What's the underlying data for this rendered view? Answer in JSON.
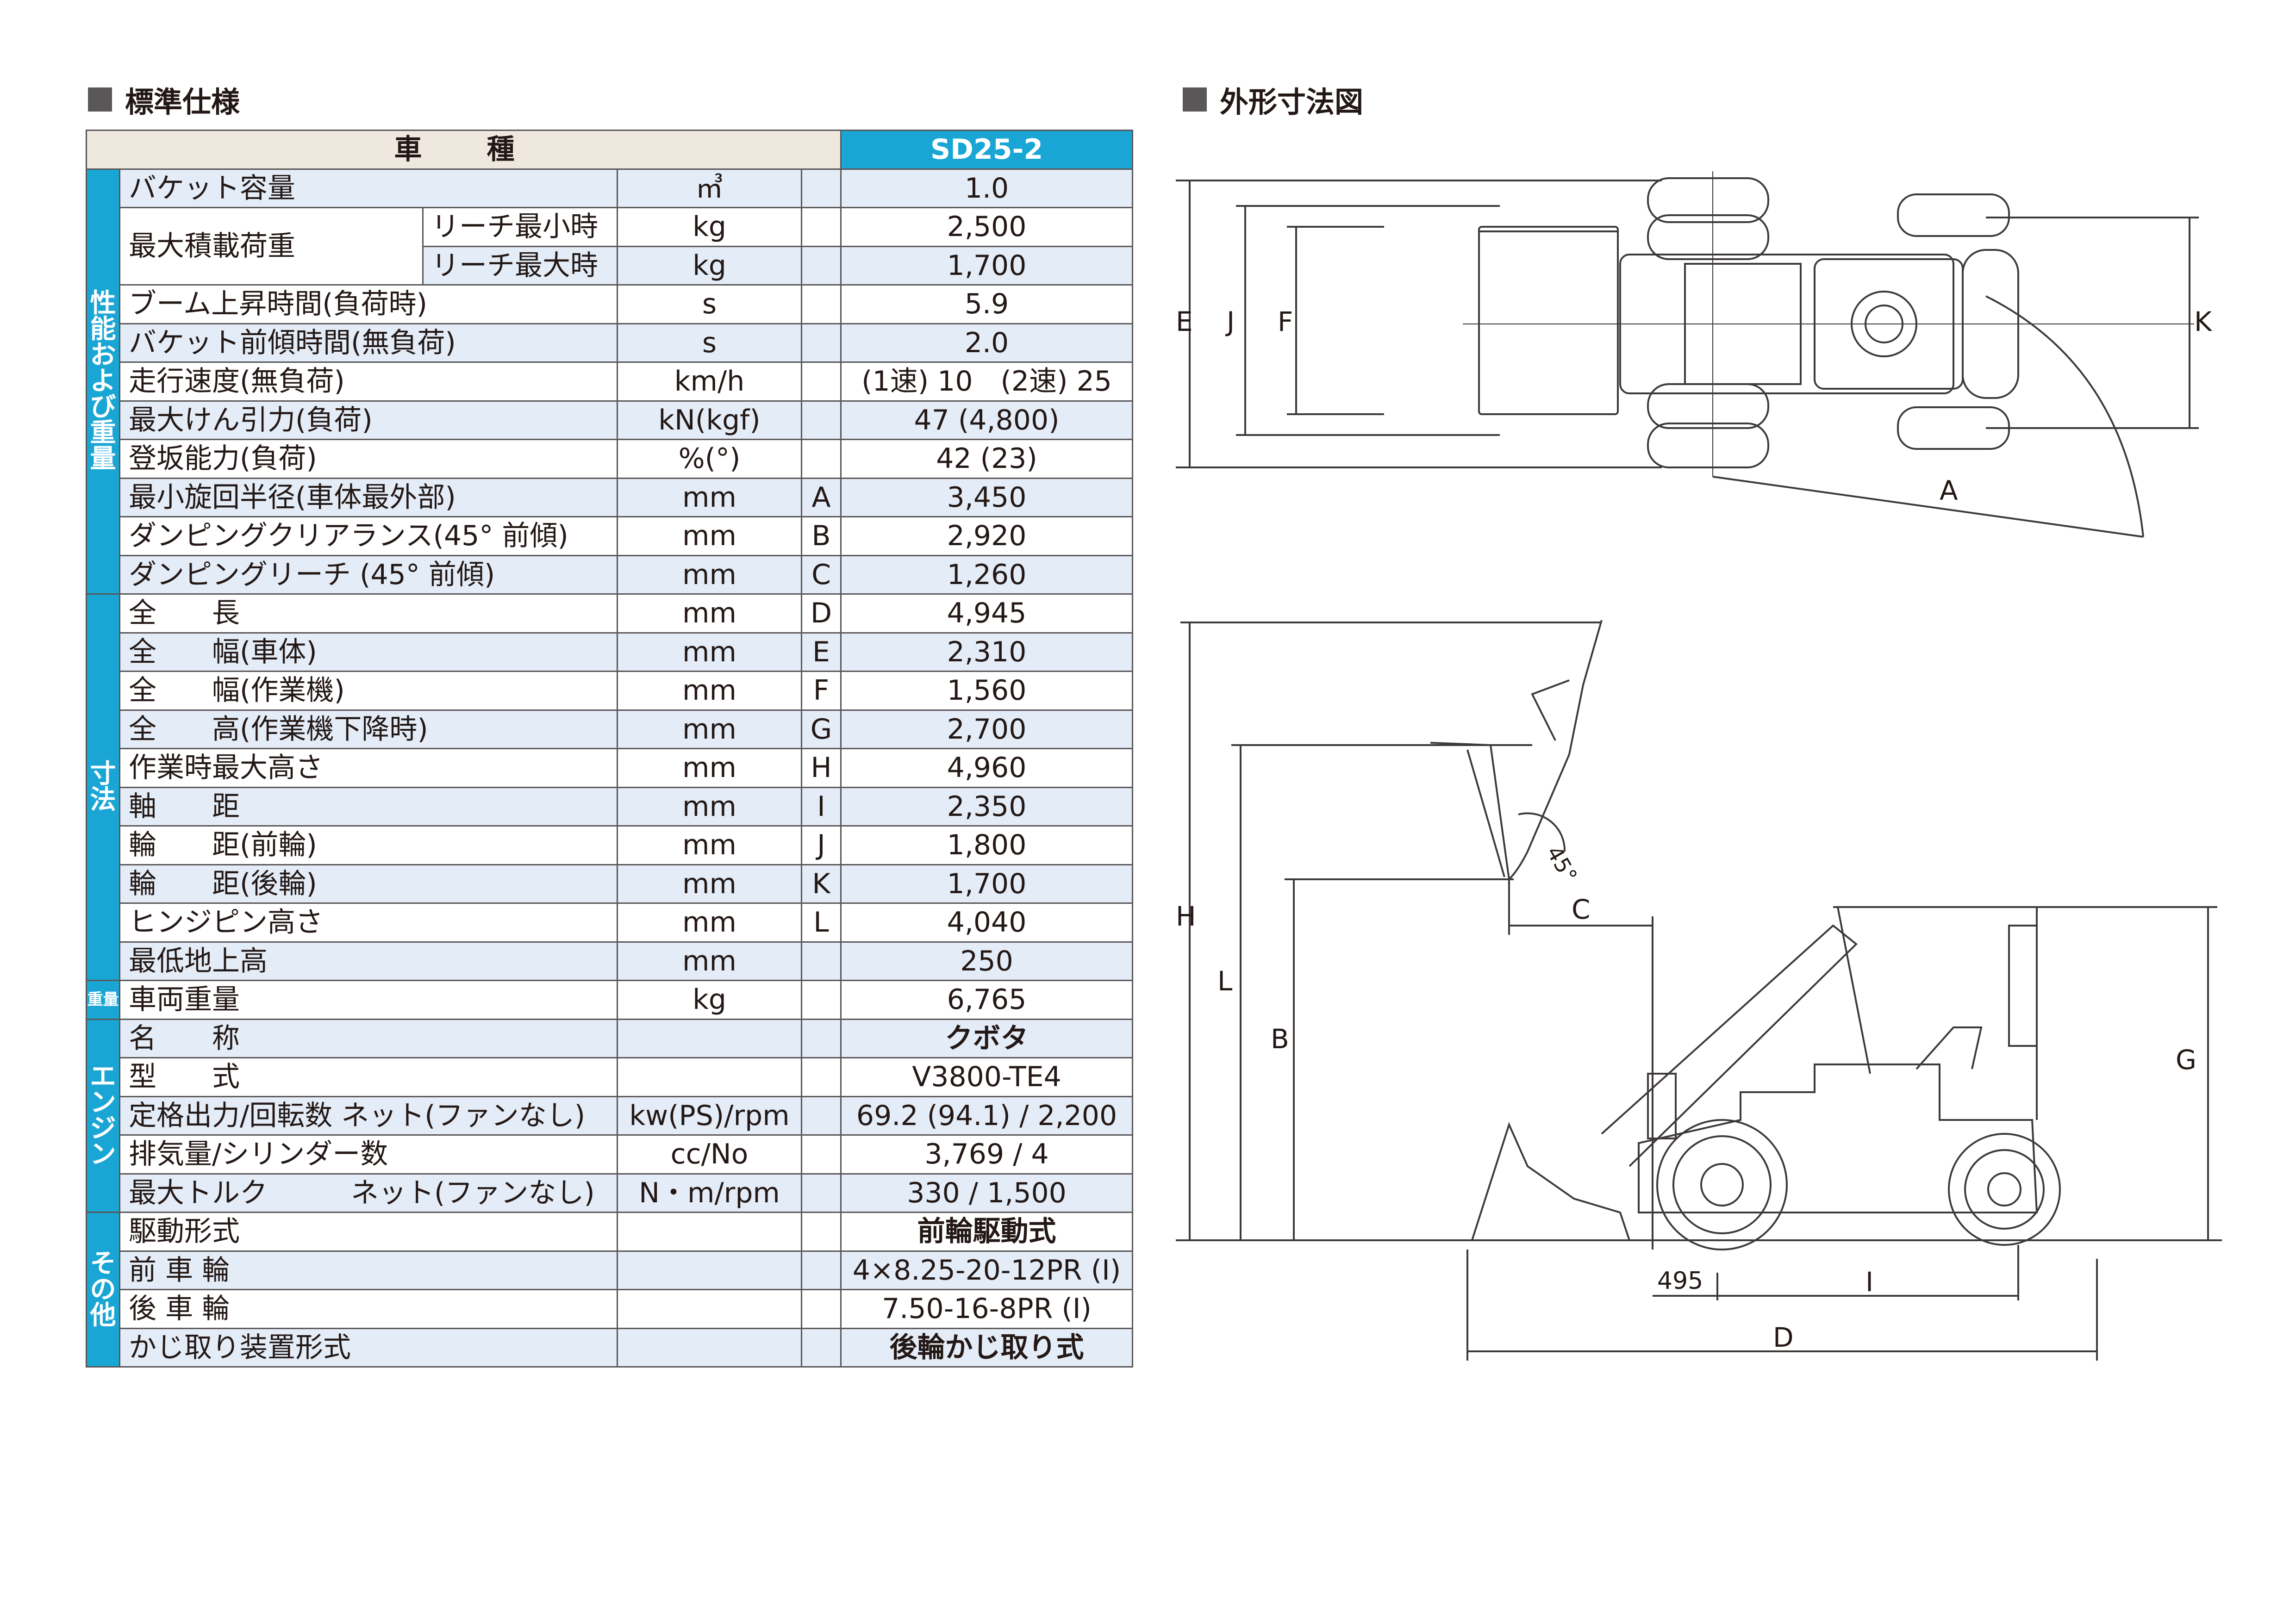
{
  "left_heading": "標準仕様",
  "right_heading": "外形寸法図",
  "table": {
    "header_type": "車　種",
    "model": "SD25-2",
    "categories": {
      "performance": "性能および重量",
      "dimensions": "寸法",
      "weight": "重量",
      "engine": "エンジン",
      "other": "その他"
    },
    "rows": [
      {
        "item": "バケット容量",
        "sub": "",
        "unit": "㎥",
        "code": "",
        "value": "1.0"
      },
      {
        "item": "最大積載荷重",
        "sub": "リーチ最小時",
        "unit": "kg",
        "code": "",
        "value": "2,500"
      },
      {
        "item": "",
        "sub": "リーチ最大時",
        "unit": "kg",
        "code": "",
        "value": "1,700"
      },
      {
        "item": "ブーム上昇時間(負荷時)",
        "sub": "",
        "unit": "s",
        "code": "",
        "value": "5.9"
      },
      {
        "item": "バケット前傾時間(無負荷)",
        "sub": "",
        "unit": "s",
        "code": "",
        "value": "2.0"
      },
      {
        "item": "走行速度(無負荷)",
        "sub": "",
        "unit": "km/h",
        "code": "",
        "value": "(1速) 10　(2速) 25"
      },
      {
        "item": "最大けん引力(負荷)",
        "sub": "",
        "unit": "kN(kgf)",
        "code": "",
        "value": "47 (4,800)"
      },
      {
        "item": "登坂能力(負荷)",
        "sub": "",
        "unit": "%(°)",
        "code": "",
        "value": "42 (23)"
      },
      {
        "item": "最小旋回半径(車体最外部)",
        "sub": "",
        "unit": "mm",
        "code": "A",
        "value": "3,450"
      },
      {
        "item": "ダンピングクリアランス(45° 前傾)",
        "sub": "",
        "unit": "mm",
        "code": "B",
        "value": "2,920"
      },
      {
        "item": "ダンピングリーチ (45° 前傾)",
        "sub": "",
        "unit": "mm",
        "code": "C",
        "value": "1,260"
      },
      {
        "item": "全　　長",
        "sub": "",
        "unit": "mm",
        "code": "D",
        "value": "4,945"
      },
      {
        "item": "全　　幅(車体)",
        "sub": "",
        "unit": "mm",
        "code": "E",
        "value": "2,310"
      },
      {
        "item": "全　　幅(作業機)",
        "sub": "",
        "unit": "mm",
        "code": "F",
        "value": "1,560"
      },
      {
        "item": "全　　高(作業機下降時)",
        "sub": "",
        "unit": "mm",
        "code": "G",
        "value": "2,700"
      },
      {
        "item": "作業時最大高さ",
        "sub": "",
        "unit": "mm",
        "code": "H",
        "value": "4,960"
      },
      {
        "item": "軸　　距",
        "sub": "",
        "unit": "mm",
        "code": "I",
        "value": "2,350"
      },
      {
        "item": "輪　　距(前輪)",
        "sub": "",
        "unit": "mm",
        "code": "J",
        "value": "1,800"
      },
      {
        "item": "輪　　距(後輪)",
        "sub": "",
        "unit": "mm",
        "code": "K",
        "value": "1,700"
      },
      {
        "item": "ヒンジピン高さ",
        "sub": "",
        "unit": "mm",
        "code": "L",
        "value": "4,040"
      },
      {
        "item": "最低地上高",
        "sub": "",
        "unit": "mm",
        "code": "",
        "value": "250"
      },
      {
        "item": "車両重量",
        "sub": "",
        "unit": "kg",
        "code": "",
        "value": "6,765"
      },
      {
        "item": "名　　称",
        "sub": "",
        "unit": "",
        "code": "",
        "value": "クボタ"
      },
      {
        "item": "型　　式",
        "sub": "",
        "unit": "",
        "code": "",
        "value": "V3800-TE4"
      },
      {
        "item": "定格出力/回転数 ネット(ファンなし)",
        "sub": "",
        "unit": "kw(PS)/rpm",
        "code": "",
        "value": "69.2 (94.1) / 2,200"
      },
      {
        "item": "排気量/シリンダー数",
        "sub": "",
        "unit": "cc/No",
        "code": "",
        "value": "3,769 / 4"
      },
      {
        "item": "最大トルク　　　ネット(ファンなし)",
        "sub": "",
        "unit": "N・m/rpm",
        "code": "",
        "value": "330 / 1,500"
      },
      {
        "item": "駆動形式",
        "sub": "",
        "unit": "",
        "code": "",
        "value": "前輪駆動式"
      },
      {
        "item": "前 車 輪",
        "sub": "",
        "unit": "",
        "code": "",
        "value": "4×8.25-20-12PR (I)"
      },
      {
        "item": "後 車 輪",
        "sub": "",
        "unit": "",
        "code": "",
        "value": "7.50-16-8PR (I)"
      },
      {
        "item": "かじ取り装置形式",
        "sub": "",
        "unit": "",
        "code": "",
        "value": "後輪かじ取り式"
      }
    ]
  },
  "diagram": {
    "top_labels": {
      "E": "E",
      "J": "J",
      "F": "F",
      "K": "K",
      "A": "A"
    },
    "side_labels": {
      "H": "H",
      "L": "L",
      "B": "B",
      "G": "G",
      "C": "C",
      "D": "D",
      "I": "I",
      "dim_495": "495",
      "angle": "45°"
    }
  },
  "colors": {
    "accent": "#1aa6d4",
    "row_alt": "#e3ecf7",
    "header_bg": "#eee8df",
    "line": "#595757"
  }
}
